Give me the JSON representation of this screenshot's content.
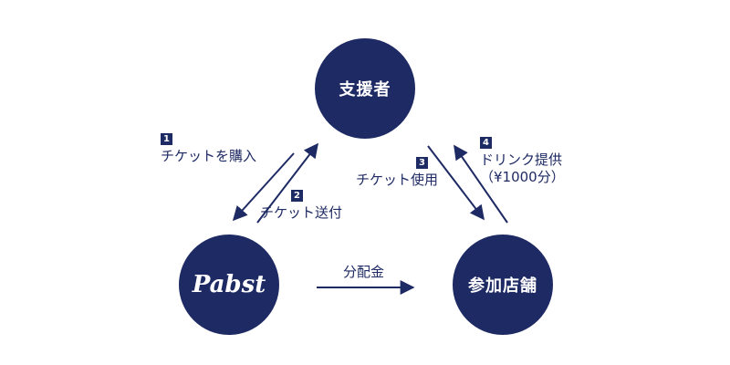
{
  "colors": {
    "navy": "#1e2a63",
    "background": "#ffffff"
  },
  "nodes": {
    "supporter": "支援者",
    "pabst": "Pabst",
    "store": "参加店舗"
  },
  "steps": [
    {
      "num": "1",
      "text": "チケットを購入"
    },
    {
      "num": "2",
      "text": "チケット送付"
    },
    {
      "num": "3",
      "text": "チケット使用"
    },
    {
      "num": "4",
      "text": "ドリンク提供",
      "text2": "（¥1000分）"
    }
  ],
  "flows": {
    "distribution": "分配金"
  }
}
